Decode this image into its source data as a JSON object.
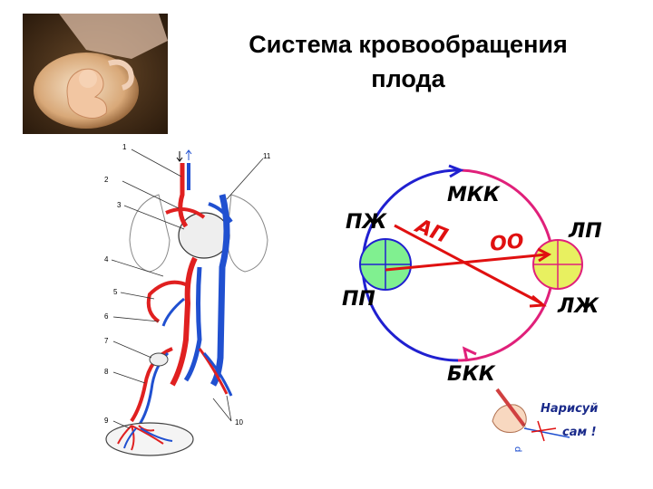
{
  "title": {
    "line1": "Система кровообращения",
    "line2": "плода"
  },
  "anatomy": {
    "labels": [
      "1",
      "2",
      "3",
      "4",
      "5",
      "6",
      "7",
      "8",
      "9",
      "10",
      "11"
    ]
  },
  "circulation": {
    "top_label": "МКК",
    "bottom_label": "БКК",
    "left_top": "ПЖ",
    "left_bottom": "ПП",
    "right_top": "ЛП",
    "right_bottom": "ЛЖ",
    "arrow1": "АП",
    "arrow2": "ОО",
    "colors": {
      "right_arc": "#e0207a",
      "left_arc": "#2020d0",
      "right_heart": "#e8f060",
      "left_heart": "#80f090",
      "arrows": "#e01010"
    }
  },
  "badge": {
    "line1": "Нарисуй",
    "line2": "сам !"
  }
}
